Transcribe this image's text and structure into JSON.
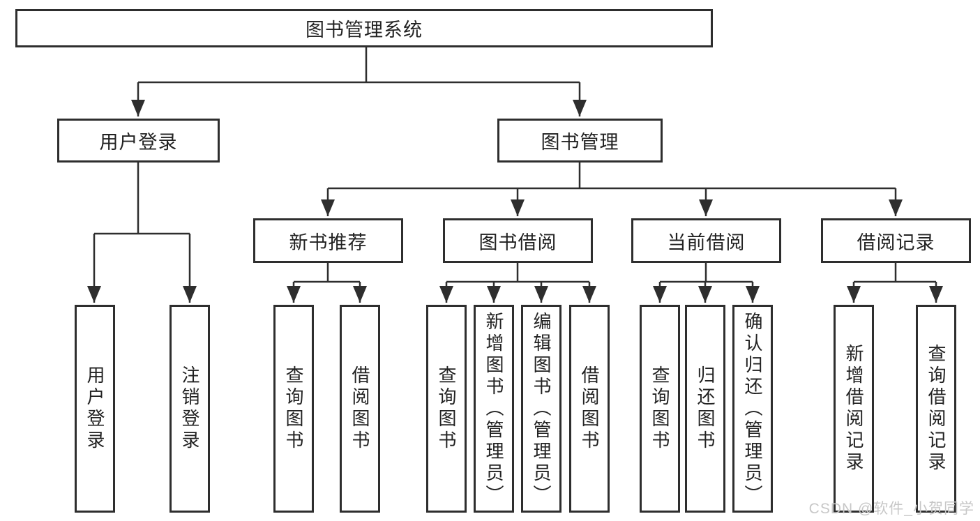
{
  "diagram": {
    "type": "tree",
    "root": {
      "label": "图书管理系统"
    },
    "level2": {
      "user_login": {
        "label": "用户登录",
        "children": [
          "用户登录",
          "注销登录"
        ]
      },
      "book_mgmt": {
        "label": "图书管理"
      }
    },
    "level3": {
      "new_book": {
        "label": "新书推荐",
        "children": [
          "查询图书",
          "借阅图书"
        ]
      },
      "book_borrow": {
        "label": "图书借阅",
        "children": [
          "查询图书",
          "新增图书（管理员）",
          "编辑图书（管理员）",
          "借阅图书"
        ]
      },
      "current_borrow": {
        "label": "当前借阅",
        "children": [
          "查询图书",
          "归还图书",
          "确认归还（管理员）"
        ]
      },
      "borrow_record": {
        "label": "借阅记录",
        "children": [
          "新增借阅记录",
          "查询借阅记录"
        ]
      }
    },
    "colors": {
      "line": "#2e2e2e",
      "box_border": "#2e2e2e",
      "text": "#222222",
      "background": "#ffffff",
      "watermark": "#c7c7c7"
    }
  },
  "watermark": {
    "text": "CSDN @软件_小贺同学"
  }
}
